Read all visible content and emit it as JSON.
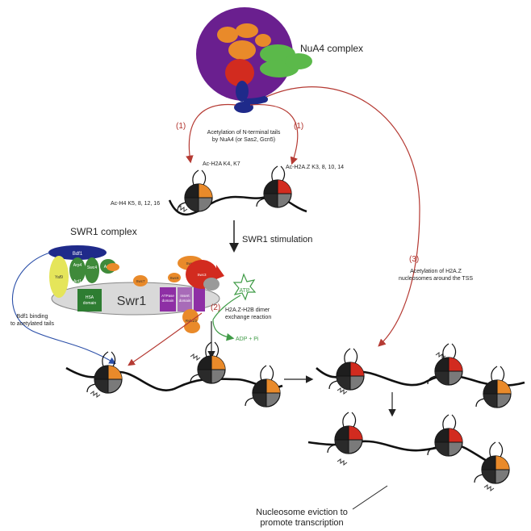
{
  "labels": {
    "nua4": "NuA4 complex",
    "step1_left": "(1)",
    "step1_right": "(1)",
    "acetylation_line1": "Acetylation of N-terminal tails",
    "acetylation_line2": "by NuA4 (or Sas2, Gcn5)",
    "ac_h2a": "Ac-H2A K4, K7",
    "ac_h2az": "Ac-H2A.Z K3, 8, 10, 14",
    "ac_h4": "Ac-H4 K5, 8, 12, 16",
    "swr1_complex": "SWR1 complex",
    "swr1_stimulation": "SWR1 stimulation",
    "swr1": "Swr1",
    "step3": "(3)",
    "step3_line1": "Acetylation of H2A.Z",
    "step3_line2": "nucleosomes around the TSS",
    "atp": "ATP",
    "step2": "(2)",
    "exchange_line1": "H2A.Z-H2B dimer",
    "exchange_line2": "exchange reaction",
    "adp": "ADP + Pi",
    "bdf1_line1": "Bdf1 binding",
    "bdf1_line2": "to acetylated tails",
    "eviction_line1": "Nucleosome eviction to",
    "eviction_line2": "promote transcription"
  },
  "subunits": {
    "bdf1": "Bdf1",
    "yaf9": "Yaf9",
    "swc4": "Swc4",
    "arp4": "Arp4",
    "act1": "Act1",
    "arp6": "Arp6",
    "swc6": "Swc6",
    "vps72": "Vps72",
    "swc3": "Swc3",
    "swc5": "Swc5",
    "swc7": "Swc7",
    "arp": "Arp",
    "hsa_line1": "HSA",
    "hsa_line2": "domain",
    "atpase_line1": "ATPase",
    "atpase_line2": "domain",
    "insert_line1": "Insert",
    "insert_line2": "domain",
    "rvb": "Rvb1/2"
  },
  "colors": {
    "nua4_purple": "#6a1f8f",
    "orange": "#e98a2a",
    "red": "#d22b1f",
    "green": "#5bb94a",
    "navy": "#1f2a8a",
    "nucleosome_gray": "#6e6e6e",
    "nucleosome_dark": "#2a2a2a",
    "arrow_red": "#b53a33",
    "arrow_green": "#3f9b46",
    "arrow_blue": "#2b4fa8"
  }
}
